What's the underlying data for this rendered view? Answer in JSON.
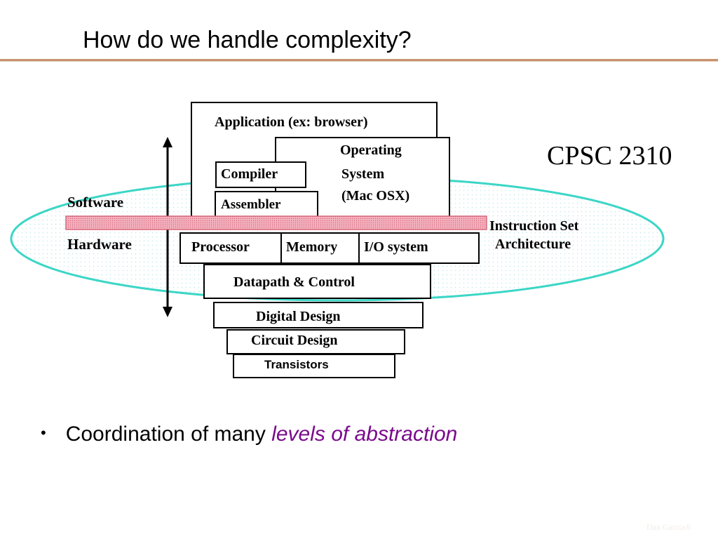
{
  "slide": {
    "title": "How do we handle complexity?",
    "course_label": "CPSC 2310",
    "footer": "Dan Garcia®"
  },
  "diagram": {
    "layers": {
      "application": "Application (ex: browser)",
      "operating_system": [
        "Operating",
        "System",
        "(Mac OSX)"
      ],
      "compiler": "Compiler",
      "assembler": "Assembler",
      "processor": "Processor",
      "memory": "Memory",
      "io_system": "I/O system",
      "datapath_control": "Datapath & Control",
      "digital_design": "Digital Design",
      "circuit_design": "Circuit Design",
      "transistors": "Transistors"
    },
    "side_labels": {
      "software": "Software",
      "hardware": "Hardware",
      "isa": [
        "Instruction Set",
        "Architecture"
      ]
    },
    "colors": {
      "ellipse_stroke": "#3cd6c6",
      "isa_bar_fill": "#f2a7b4",
      "title_rule": "#c8926e",
      "emphasis": "#7a0a8c"
    }
  },
  "bullets": [
    {
      "prefix": "Coordination of many ",
      "emphasis": "levels of abstraction"
    }
  ]
}
